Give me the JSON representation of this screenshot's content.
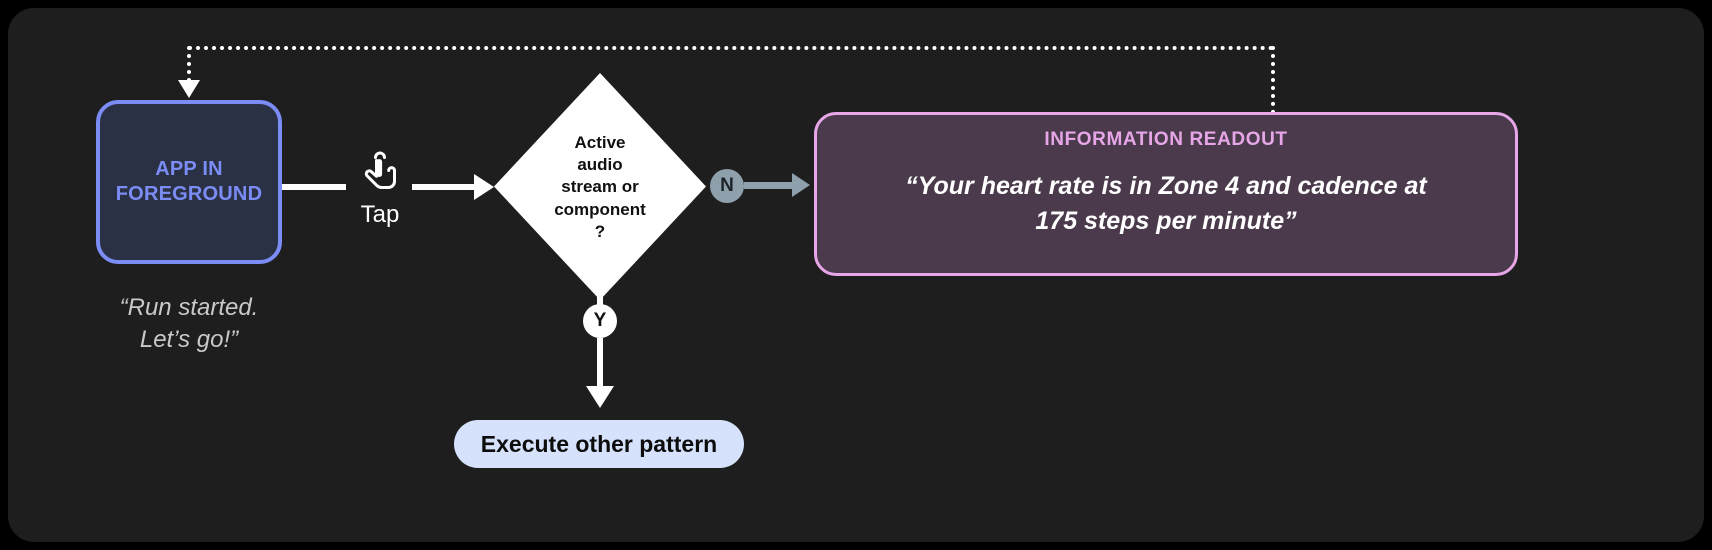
{
  "diagram": {
    "app_node": {
      "label": "APP IN\nFOREGROUND",
      "caption": "“Run started.\nLet’s go!”",
      "border_color": "#7b8cf5",
      "fill_color": "#2b3145"
    },
    "tap": {
      "icon": "tap-hand-icon",
      "label": "Tap"
    },
    "decision": {
      "text": "Active\naudio\nstream or\ncomponent\n?",
      "no_badge": "N",
      "yes_badge": "Y"
    },
    "yes_target": {
      "label": "Execute other pattern",
      "fill_color": "#d6e2fb"
    },
    "readout": {
      "title": "INFORMATION READOUT",
      "body": "“Your heart rate is in Zone 4 and cadence at\n175 steps per minute”",
      "border_color": "#e6a6e8",
      "fill_color": "#4a3a4b",
      "title_color": "#e6a6e8"
    },
    "canvas_background": "#1e1e1e"
  }
}
